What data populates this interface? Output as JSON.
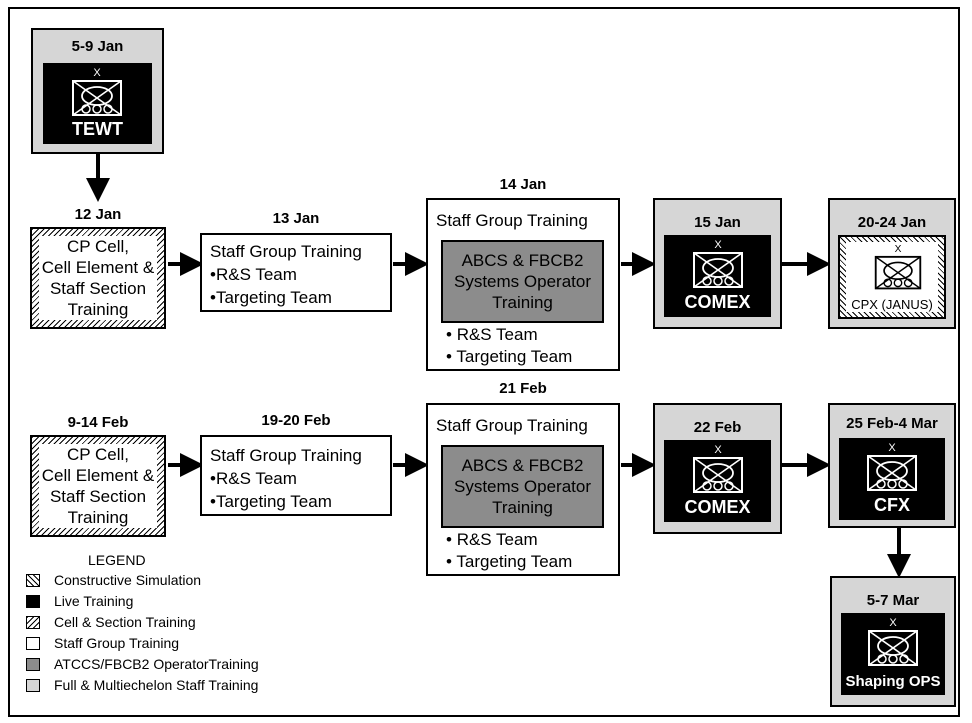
{
  "diagram": {
    "tewt": {
      "date": "5-9 Jan",
      "label": "TEWT",
      "echelon": "X"
    },
    "row1": {
      "cell": {
        "date": "12 Jan",
        "text": "CP Cell,\nCell Element &\nStaff Section\nTraining"
      },
      "staff": {
        "date": "13 Jan",
        "title": "Staff Group Training",
        "items": [
          "R&S Team",
          "Targeting Team"
        ]
      },
      "operator": {
        "date": "14 Jan",
        "title": "Staff Group Training",
        "inner": "ABCS & FBCB2\nSystems Operator\nTraining",
        "items": [
          "R&S Team",
          "Targeting Team"
        ]
      },
      "comex": {
        "date": "15 Jan",
        "label": "COMEX",
        "echelon": "X"
      },
      "cpx": {
        "date": "20-24 Jan",
        "label": "CPX (JANUS)",
        "echelon": "X"
      }
    },
    "row2": {
      "cell": {
        "date": "9-14 Feb",
        "text": "CP Cell,\nCell Element &\nStaff Section\nTraining"
      },
      "staff": {
        "date": "19-20 Feb",
        "title": "Staff Group Training",
        "items": [
          "R&S Team",
          "Targeting Team"
        ]
      },
      "operator": {
        "date": "21 Feb",
        "title": "Staff Group Training",
        "inner": "ABCS & FBCB2\nSystems Operator\nTraining",
        "items": [
          "R&S Team",
          "Targeting Team"
        ]
      },
      "comex": {
        "date": "22 Feb",
        "label": "COMEX",
        "echelon": "X"
      },
      "cfx": {
        "date": "25 Feb-4 Mar",
        "label": "CFX",
        "echelon": "X"
      },
      "shaping": {
        "date": "5-7 Mar",
        "label": "Shaping OPS",
        "echelon": "X"
      }
    }
  },
  "legend": {
    "title": "LEGEND",
    "items": [
      {
        "label": "Constructive Simulation",
        "pattern": "hatch-forward"
      },
      {
        "label": "Live Training",
        "color": "#000000"
      },
      {
        "label": "Cell & Section Training",
        "pattern": "hatch-back"
      },
      {
        "label": "Staff Group Training",
        "color": "#ffffff"
      },
      {
        "label": "ATCCS/FBCB2 OperatorTraining",
        "color": "#8c8c8c"
      },
      {
        "label": "Full & Multiechelon Staff Training",
        "color": "#d6d6d6"
      }
    ]
  },
  "colors": {
    "full": "#d6d6d6",
    "operator": "#8c8c8c",
    "live": "#000000",
    "staff": "#ffffff"
  }
}
